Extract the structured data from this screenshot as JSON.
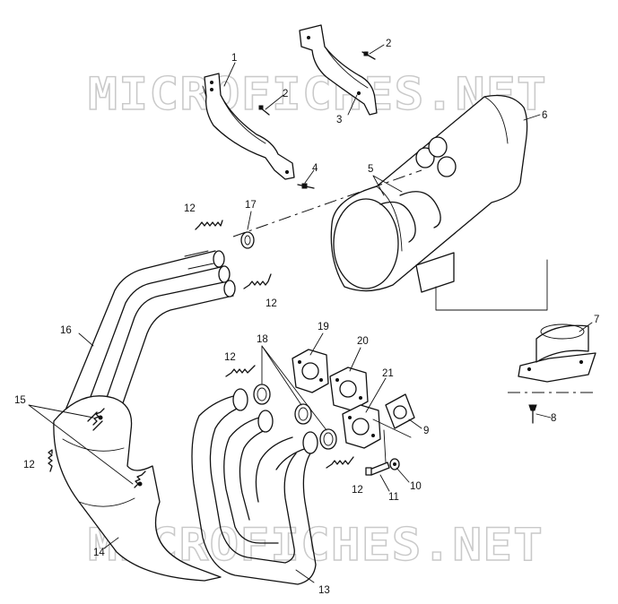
{
  "watermark": "MICROFICHES.NET",
  "callouts": {
    "c1": "1",
    "c2a": "2",
    "c2b": "2",
    "c3": "3",
    "c4": "4",
    "c5": "5",
    "c6": "6",
    "c7": "7",
    "c8": "8",
    "c9": "9",
    "c10": "10",
    "c11": "11",
    "c12a": "12",
    "c12b": "12",
    "c12c": "12",
    "c12d": "12",
    "c12e": "12",
    "c13": "13",
    "c14": "14",
    "c15": "15",
    "c16": "16",
    "c17": "17",
    "c18": "18",
    "c19": "19",
    "c20": "20",
    "c21": "21"
  }
}
